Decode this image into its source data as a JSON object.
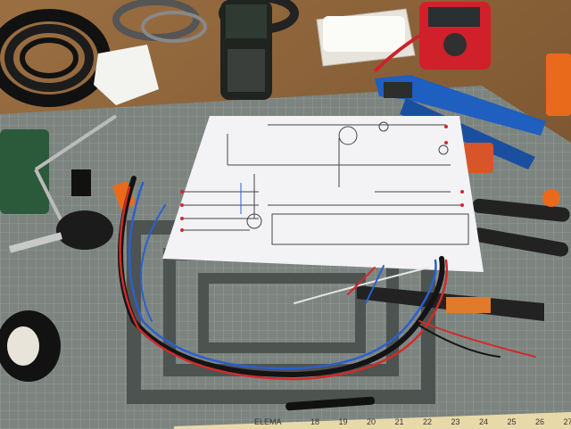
{
  "scene": {
    "description_tag": "workbench-wiring-harness",
    "colors": {
      "table_wood": "#8a6238",
      "cutting_mat": "#7d8580",
      "paper": "#f2f2f4",
      "wire_red": "#d22a2a",
      "wire_blue": "#2b5fd0",
      "wire_black": "#141414",
      "crimper_blue": "#1e5fbf",
      "multimeter_red": "#d0202a"
    }
  },
  "spray_can": {
    "text_line1": "",
    "text_line2": ""
  },
  "ruler": {
    "brand": "ELEMA",
    "ticks": [
      "18",
      "19",
      "20",
      "21",
      "22",
      "23",
      "24",
      "25",
      "26",
      "27"
    ]
  },
  "multimeter": {
    "display": ""
  }
}
